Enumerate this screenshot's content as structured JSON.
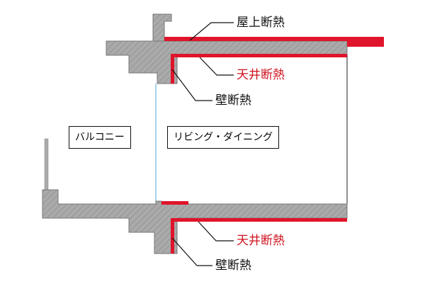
{
  "labels": {
    "roof_insulation": "屋上断熱",
    "ceiling_insulation_upper": "天井断熱",
    "wall_insulation_upper": "壁断熱",
    "ceiling_insulation_lower": "天井断熱",
    "wall_insulation_lower": "壁断熱"
  },
  "rooms": {
    "balcony": "バルコニー",
    "living_dining": "リビング・ダイニング"
  },
  "colors": {
    "insulation": "#e0142a",
    "insulation_text": "#d0121f",
    "concrete_fill": "#aaaaaa",
    "glass": "#a9d3ec",
    "leader": "#111111"
  }
}
